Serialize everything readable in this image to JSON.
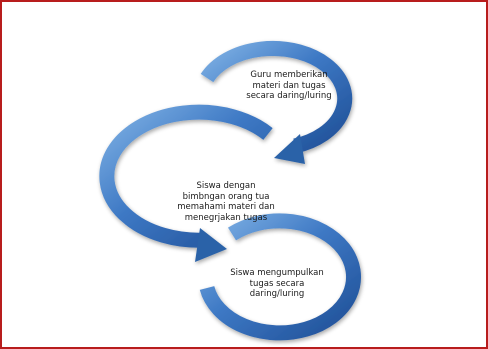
{
  "diagram": {
    "steps": [
      {
        "lines": [
          "Guru memberikan",
          "materi dan tugas",
          "secara daring/luring"
        ]
      },
      {
        "lines": [
          "Siswa dengan",
          "bimbngan orang tua",
          "memahami materi dan",
          "menegrjakan tugas"
        ]
      },
      {
        "lines": [
          "Siswa mengumpulkan",
          "tugas secara",
          "daring/luring"
        ]
      }
    ]
  },
  "colors": {
    "border": "#b81d1d",
    "arrow_dark": "#2c62a8",
    "arrow_light": "#6ea3da"
  }
}
